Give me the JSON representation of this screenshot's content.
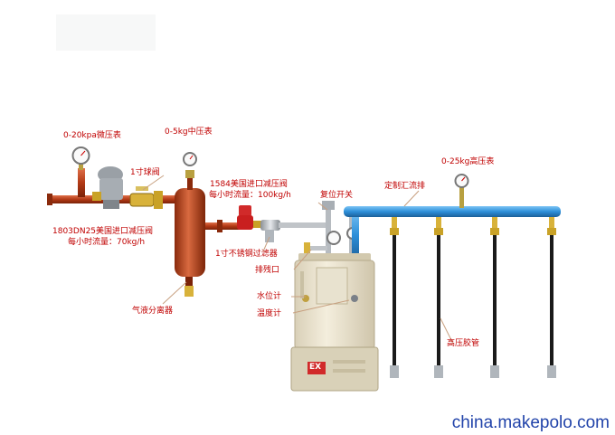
{
  "labels": {
    "micro_gauge": "0-20kpa微压表",
    "mid_gauge": "0-5kg中压表",
    "ball_valve": "1寸球阀",
    "reg_1803_line1": "1803DN25美国进口减压阀",
    "reg_1803_line2": "每小时流量：70kg/h",
    "reg_1584_line1": "1584美国进口减压阀",
    "reg_1584_line2": "每小时流量：100kg/h",
    "reset_switch": "复位开关",
    "manifold": "定制汇流排",
    "high_gauge": "0-25kg高压表",
    "filter": "1寸不锈钢过滤器",
    "drain": "排残口",
    "water_level": "水位计",
    "thermometer": "温度计",
    "separator": "气液分离器",
    "hose": "高压胶管",
    "ex_mark": "EX"
  },
  "watermark": "china.makepolo.com",
  "colors": {
    "label_red": "#c00000",
    "pipe_red": "#b23a16",
    "pipe_blue": "#2d8fd9",
    "brass": "#c9a227",
    "cabinet": "#efe7d2",
    "leader": "#c8a080"
  }
}
